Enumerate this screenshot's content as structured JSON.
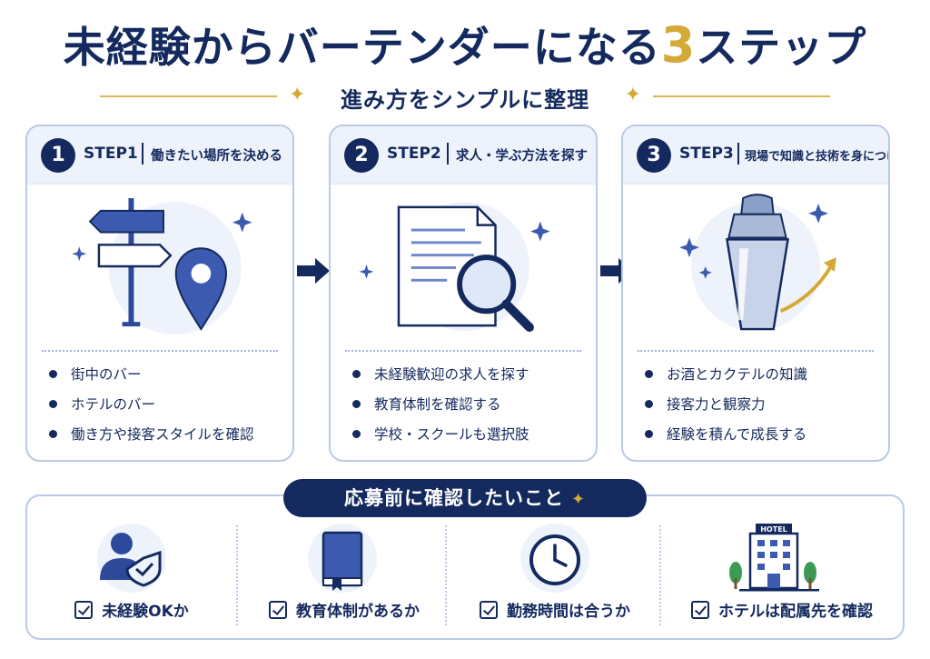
{
  "header": {
    "title_pre": "未経験からバーテンダーになる",
    "title_num": "3",
    "title_post": "ステップ",
    "subtitle": "進み方をシンプルに整理"
  },
  "steps": [
    {
      "number": "1",
      "label": "STEP1",
      "title": "働きたい場所を決める",
      "items": [
        "街中のバー",
        "ホテルのバー",
        "働き方や接客スタイルを確認"
      ]
    },
    {
      "number": "2",
      "label": "STEP2",
      "title": "求人・学ぶ方法を探す",
      "items": [
        "未経験歓迎の求人を探す",
        "教育体制を確認する",
        "学校・スクールも選択肢"
      ]
    },
    {
      "number": "3",
      "label": "STEP3",
      "title": "現場で知識と技術を身につける",
      "items": [
        "お酒とカクテルの知識",
        "接客力と観察力",
        "経験を積んで成長する"
      ]
    }
  ],
  "checklist": {
    "title": "応募前に確認したいこと",
    "items": [
      {
        "label": "未経験OKか",
        "icon": "user-shield-icon"
      },
      {
        "label": "教育体制があるか",
        "icon": "book-icon"
      },
      {
        "label": "勤務時間は合うか",
        "icon": "clock-icon"
      },
      {
        "label": "ホテルは配属先を確認",
        "icon": "hotel-icon",
        "sign": "HOTEL"
      }
    ]
  },
  "colors": {
    "navy": "#14295e",
    "gold": "#d5a935",
    "blue": "#3c5bb0",
    "light": "#eef3fb"
  }
}
